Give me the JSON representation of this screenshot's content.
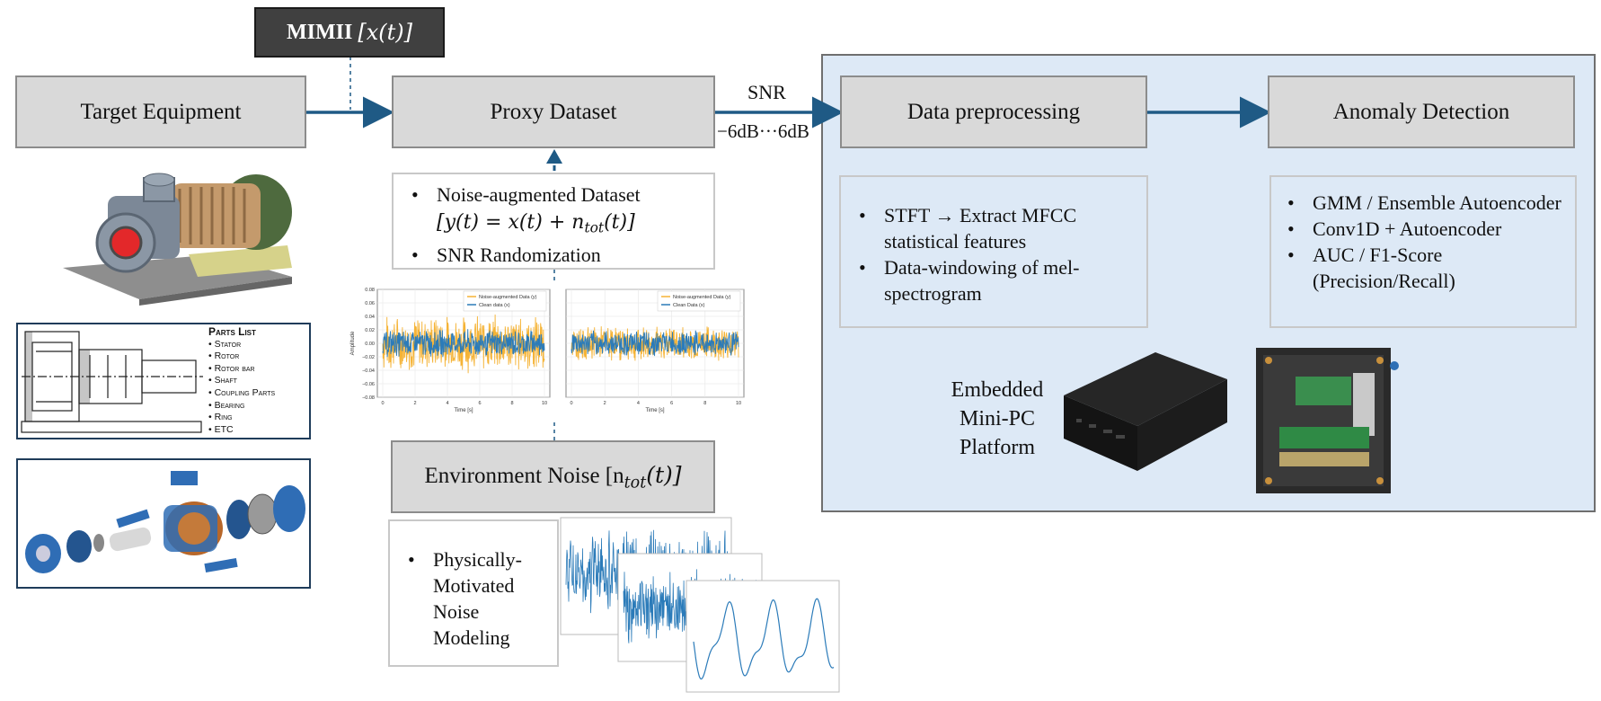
{
  "mimii": {
    "label": "MIMII",
    "sig": "[x(t)]"
  },
  "target": {
    "label": "Target Equipment"
  },
  "proxy": {
    "label": "Proxy Dataset"
  },
  "snr": {
    "label": "SNR",
    "range": "−6dB···6dB"
  },
  "preproc": {
    "label": "Data preprocessing",
    "items": [
      "STFT → Extract MFCC statistical features",
      "Data-windowing of mel-spectrogram"
    ]
  },
  "anomaly": {
    "label": "Anomaly Detection",
    "items": [
      "GMM / Ensemble Autoencoder",
      "Conv1D + Autoencoder",
      "AUC / F1-Score (Precision/Recall)"
    ]
  },
  "augment": {
    "item1": "Noise-augmented Dataset",
    "eq": "[y(t) = x(t) + n",
    "eq_sub": "tot",
    "eq_end": "(t)]",
    "item2": "SNR Randomization"
  },
  "env": {
    "label": "Environment Noise [n",
    "sub": "tot",
    "end": "(t)]"
  },
  "physical": {
    "lines": [
      "Physically-",
      "Motivated",
      "Noise",
      "Modeling"
    ]
  },
  "embedded": {
    "lines": [
      "Embedded",
      "Mini-PC",
      "Platform"
    ]
  },
  "pump_parts": {
    "title": "Parts List",
    "items": [
      "Stator",
      "Rotor",
      "Rotor bar",
      "Shaft",
      "Coupling Parts",
      "Bearing",
      "Ring",
      "ETC"
    ]
  },
  "chart_data": [
    {
      "type": "line",
      "title": "",
      "xlabel": "Time [s]",
      "ylabel": "Amplitude",
      "xlim": [
        0,
        10
      ],
      "ylim": [
        -0.08,
        0.08
      ],
      "x_ticks": [
        "0",
        "2",
        "4",
        "6",
        "8",
        "10"
      ],
      "y_ticks": [
        "0.08",
        "0.06",
        "0.04",
        "0.02",
        "0.00",
        "−0.02",
        "−0.04",
        "−0.06",
        "−0.08"
      ],
      "series": [
        {
          "name": "Noise-augmented Data (y)",
          "color": "#f5b335",
          "amplitude": 0.045
        },
        {
          "name": "Clean data (x)",
          "color": "#2b7bb9",
          "amplitude": 0.022
        }
      ]
    },
    {
      "type": "line",
      "title": "",
      "xlabel": "Time [s]",
      "ylabel": "",
      "xlim": [
        0,
        10
      ],
      "ylim": [
        -0.08,
        0.08
      ],
      "x_ticks": [
        "0",
        "2",
        "4",
        "6",
        "8",
        "10"
      ],
      "series": [
        {
          "name": "Noise-augmented Data (y)",
          "color": "#f5b335",
          "amplitude": 0.028
        },
        {
          "name": "Clean Data (x)",
          "color": "#2b7bb9",
          "amplitude": 0.02
        }
      ]
    }
  ],
  "colors": {
    "arrow": "#1f5a85",
    "panel_bg": "#dde9f6",
    "panel_border": "#6f6f6f"
  }
}
